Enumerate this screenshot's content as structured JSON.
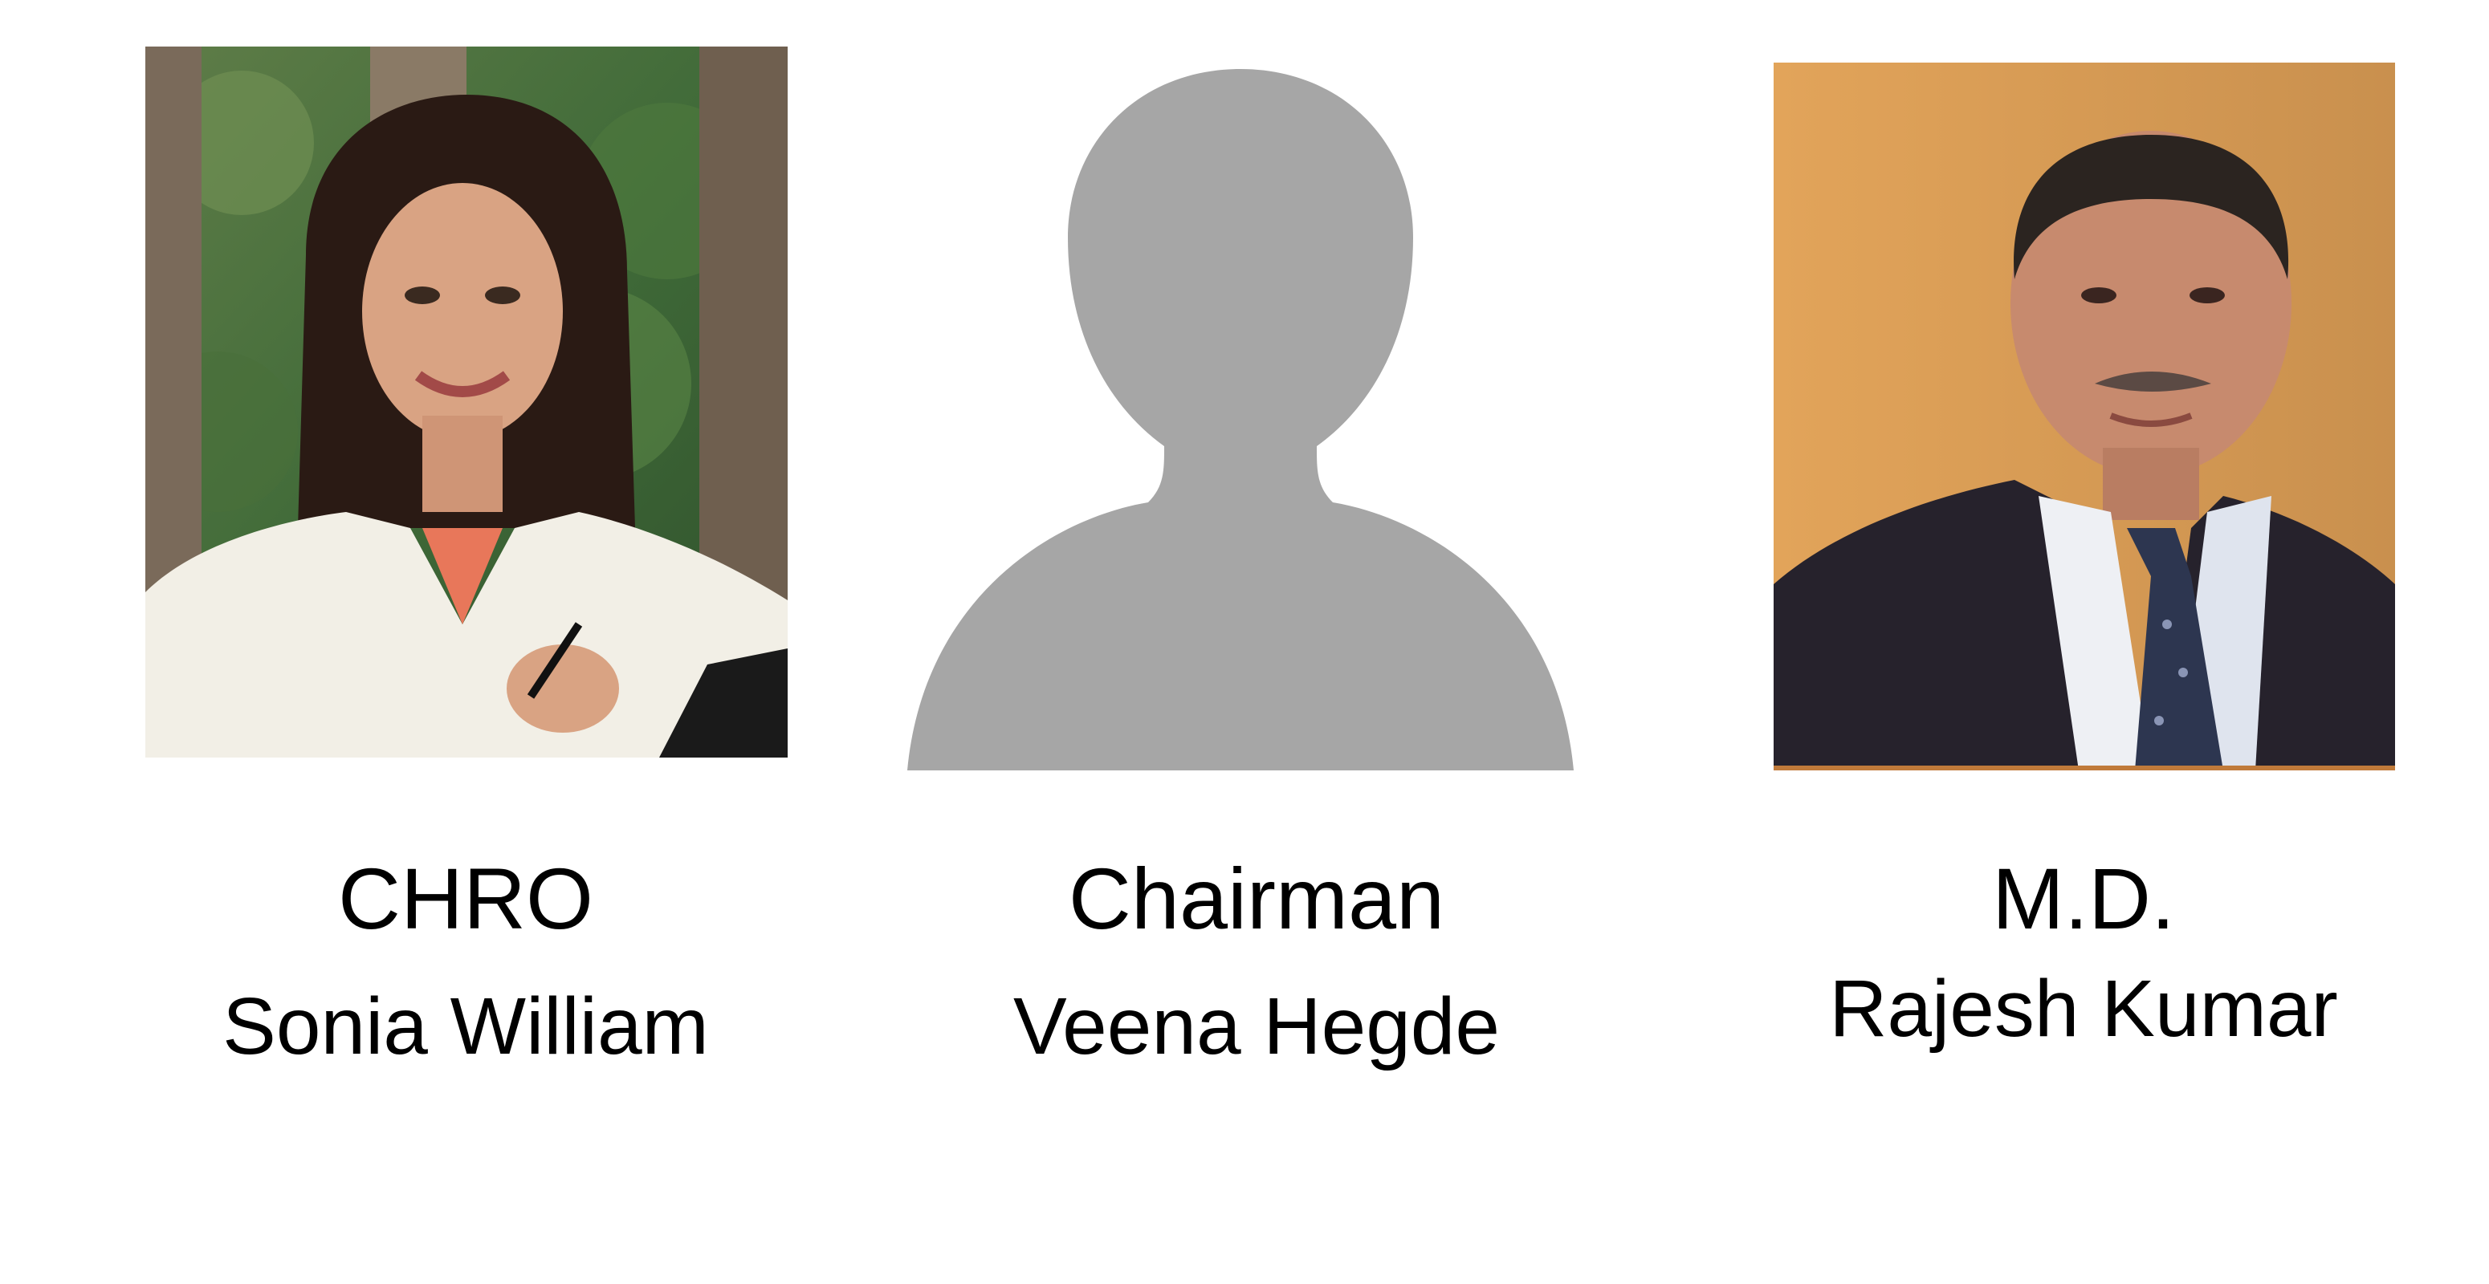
{
  "profiles": [
    {
      "role": "CHRO",
      "name": "Sonia William",
      "photo_icon": "woman-portrait-photo"
    },
    {
      "role": "Chairman",
      "name": "Veena Hegde",
      "photo_icon": "person-silhouette-icon"
    },
    {
      "role": "M.D.",
      "name": "Rajesh Kumar",
      "photo_icon": "man-portrait-photo"
    }
  ],
  "colors": {
    "silhouette": "#a6a6a6",
    "md_background": "#d89a50",
    "text": "#000000"
  }
}
